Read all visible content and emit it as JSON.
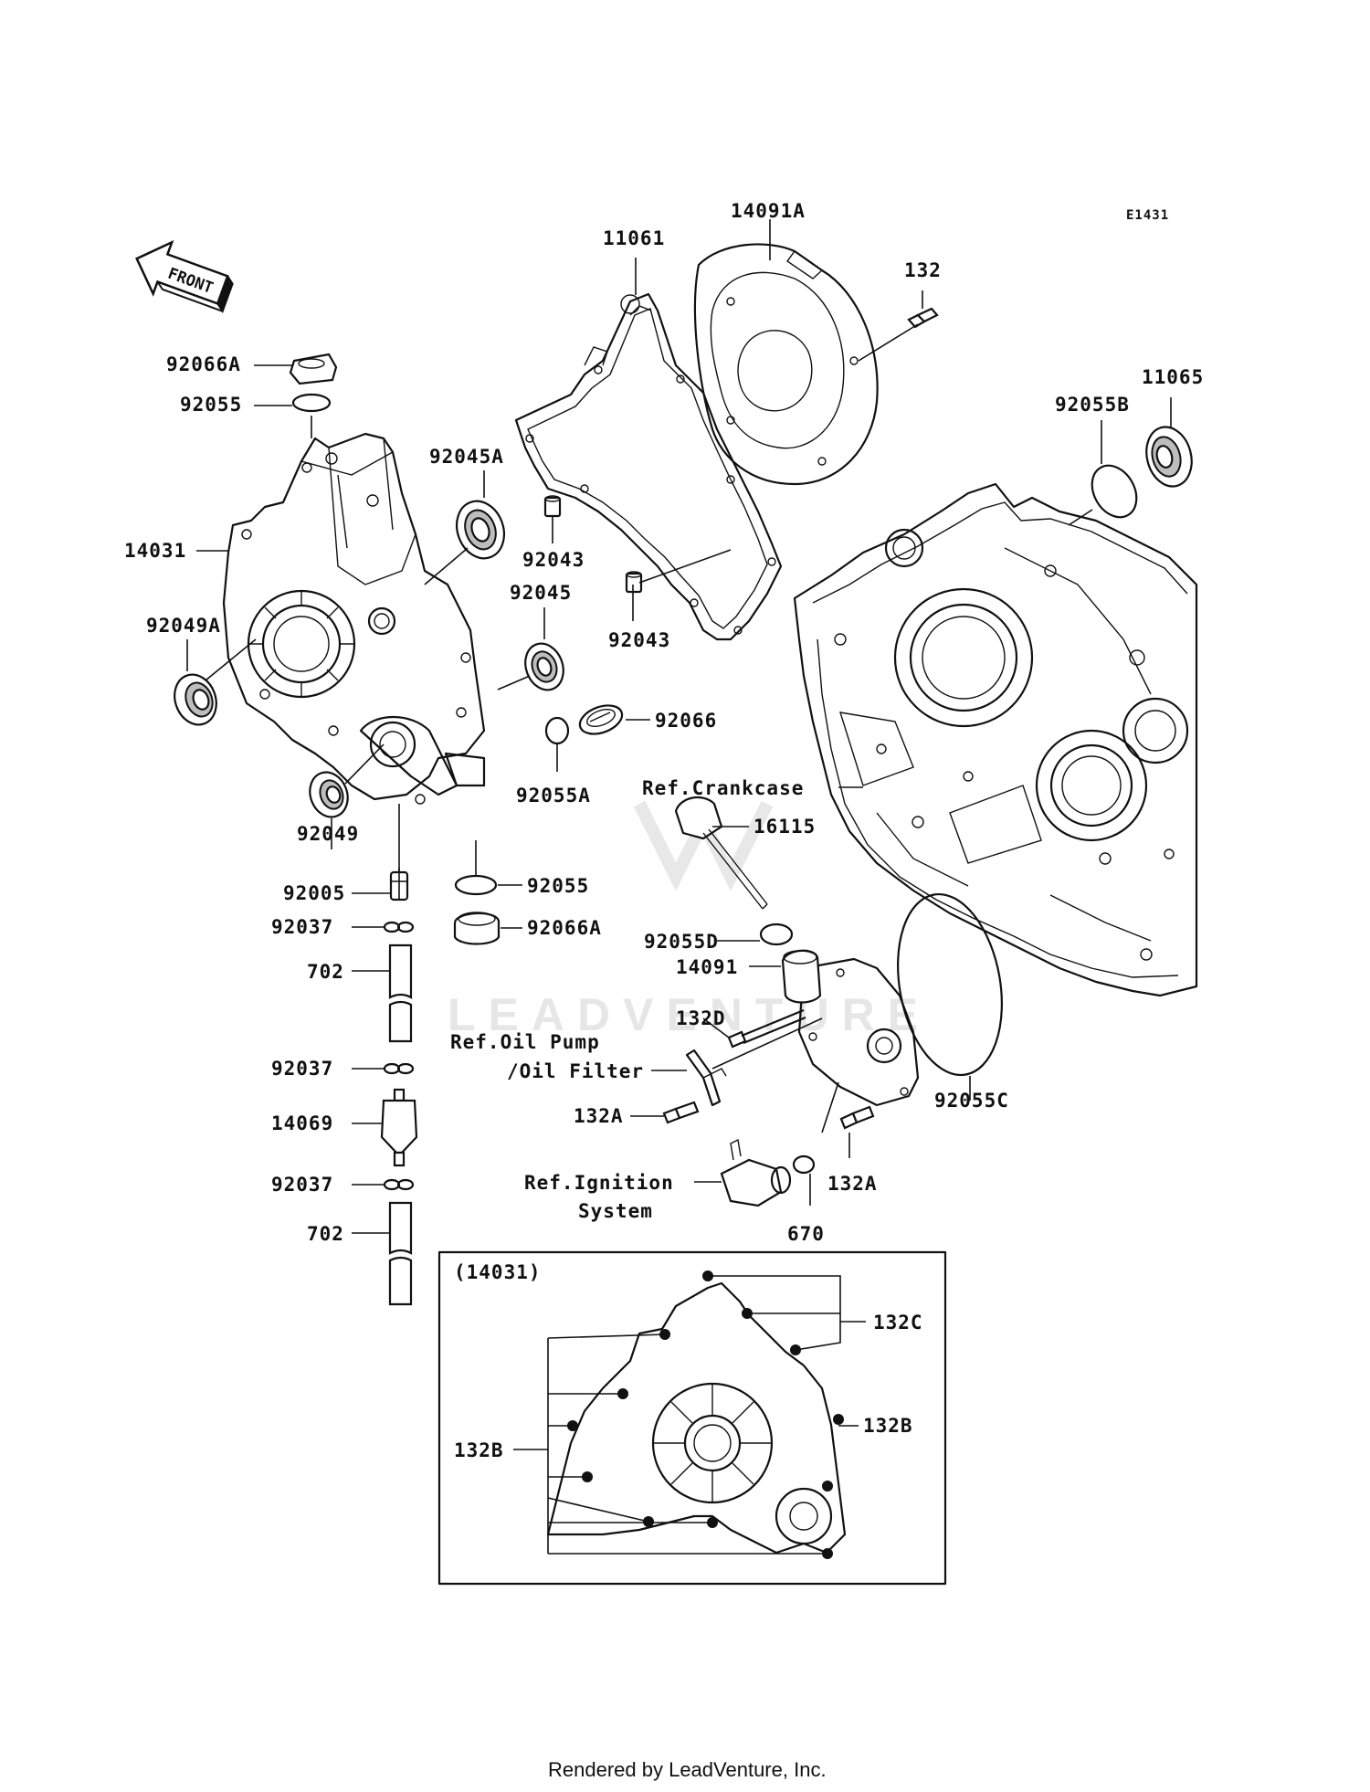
{
  "diagram": {
    "code": "E1431",
    "front_label": "FRONT",
    "watermark": "LEADVENTURE",
    "footer": "Rendered by LeadVenture, Inc.",
    "inset_title": "(14031)"
  },
  "callouts": [
    {
      "id": "14091A",
      "text": "14091A"
    },
    {
      "id": "11061",
      "text": "11061"
    },
    {
      "id": "132",
      "text": "132"
    },
    {
      "id": "11065",
      "text": "11065"
    },
    {
      "id": "92055B",
      "text": "92055B"
    },
    {
      "id": "92066A-top",
      "text": "92066A"
    },
    {
      "id": "92055-top",
      "text": "92055"
    },
    {
      "id": "92045A",
      "text": "92045A"
    },
    {
      "id": "14031",
      "text": "14031"
    },
    {
      "id": "92043-a",
      "text": "92043"
    },
    {
      "id": "92045",
      "text": "92045"
    },
    {
      "id": "92049A",
      "text": "92049A"
    },
    {
      "id": "92043-b",
      "text": "92043"
    },
    {
      "id": "92066",
      "text": "92066"
    },
    {
      "id": "92055A",
      "text": "92055A"
    },
    {
      "id": "ref-crankcase",
      "text": "Ref.Crankcase"
    },
    {
      "id": "16115",
      "text": "16115"
    },
    {
      "id": "92049",
      "text": "92049"
    },
    {
      "id": "92005",
      "text": "92005"
    },
    {
      "id": "92055-mid",
      "text": "92055"
    },
    {
      "id": "92037-a",
      "text": "92037"
    },
    {
      "id": "92066A-mid",
      "text": "92066A"
    },
    {
      "id": "92055D",
      "text": "92055D"
    },
    {
      "id": "702-a",
      "text": "702"
    },
    {
      "id": "14091",
      "text": "14091"
    },
    {
      "id": "132D",
      "text": "132D"
    },
    {
      "id": "ref-oil-pump-1",
      "text": "Ref.Oil Pump"
    },
    {
      "id": "ref-oil-pump-2",
      "text": "/Oil Filter"
    },
    {
      "id": "92037-b",
      "text": "92037"
    },
    {
      "id": "92055C",
      "text": "92055C"
    },
    {
      "id": "14069",
      "text": "14069"
    },
    {
      "id": "132A-left",
      "text": "132A"
    },
    {
      "id": "92037-c",
      "text": "92037"
    },
    {
      "id": "ref-ignition-1",
      "text": "Ref.Ignition"
    },
    {
      "id": "ref-ignition-2",
      "text": "System"
    },
    {
      "id": "132A-right",
      "text": "132A"
    },
    {
      "id": "702-b",
      "text": "702"
    },
    {
      "id": "670",
      "text": "670"
    },
    {
      "id": "132C",
      "text": "132C"
    },
    {
      "id": "132B-right",
      "text": "132B"
    },
    {
      "id": "132B-left",
      "text": "132B"
    }
  ]
}
